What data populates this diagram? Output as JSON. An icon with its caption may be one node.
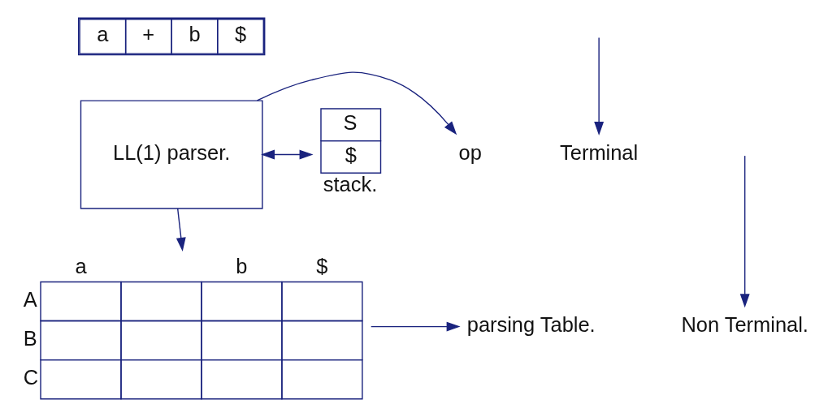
{
  "diagram": {
    "nodes": [
      {
        "text": [
          "a",
          "+",
          "b",
          "$"
        ]
      },
      {
        "text": [
          "S",
          "$"
        ],
        "beside": [
          "stack."
        ]
      },
      {
        "text": [
          "LL(1) parser."
        ]
      },
      {
        "text": [
          "op"
        ]
      },
      {
        "text": [
          "a",
          "b",
          "$",
          "A",
          "B",
          "C"
        ]
      },
      {
        "text": [
          "parsing Table."
        ]
      },
      {
        "text": [
          "Terminal"
        ]
      },
      {
        "text": [
          "Non Terminal."
        ]
      }
    ],
    "edges": [
      {
        "from": 1,
        "to": 2,
        "arrow": "both"
      },
      {
        "from": 2,
        "to": 3,
        "arrow": "to"
      },
      {
        "from": 2,
        "to": 4,
        "arrow": "to"
      },
      {
        "from": 4,
        "to": 5,
        "arrow": "to"
      },
      {
        "from": null,
        "to": 6,
        "arrow": "to"
      },
      {
        "from": null,
        "to": 7,
        "arrow": "to"
      }
    ]
  }
}
